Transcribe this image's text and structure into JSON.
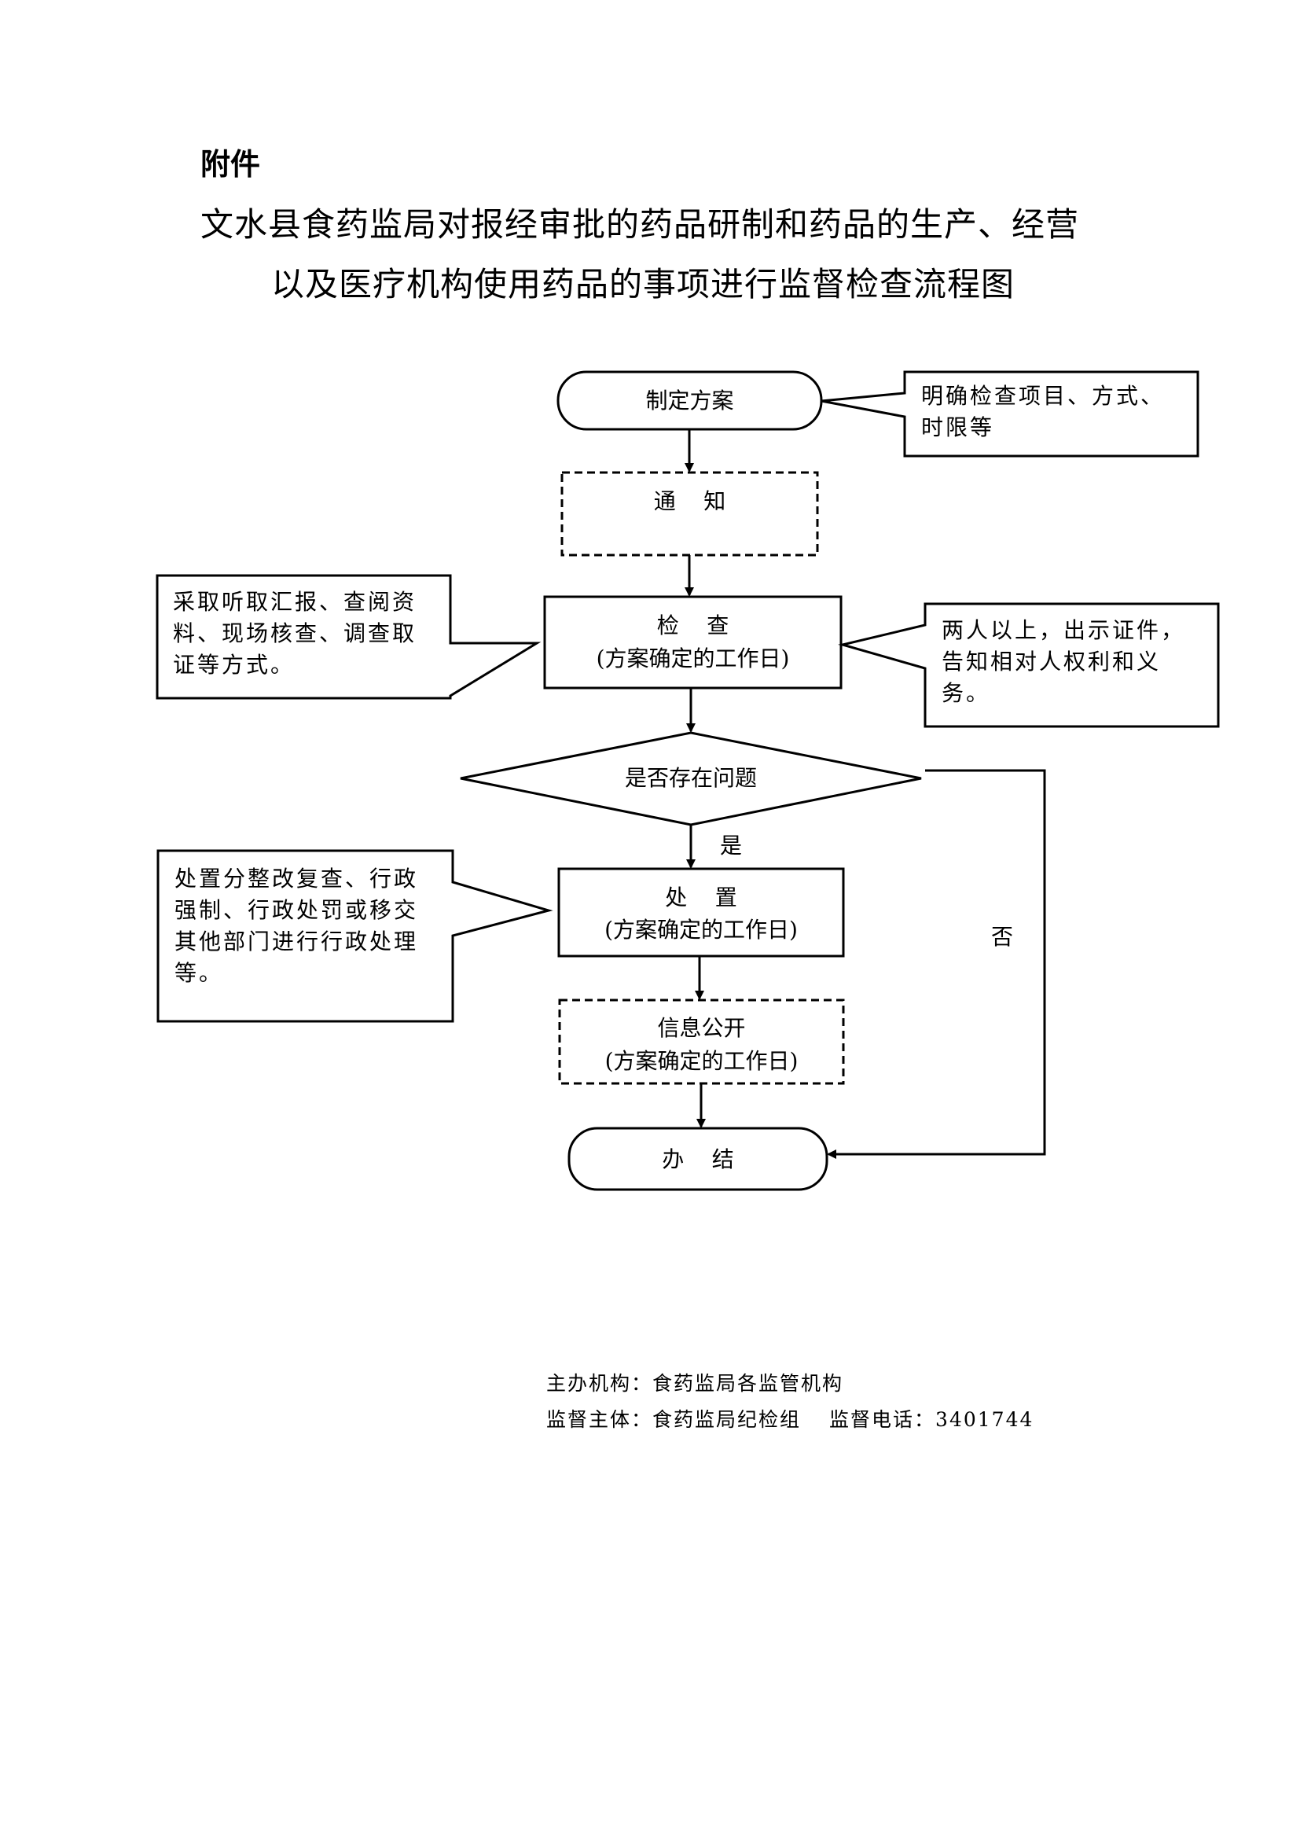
{
  "header": {
    "attachment_label": "附件",
    "title_line1": "文水县食药监局对报经审批的药品研制和药品的生产、经营",
    "title_line2": "以及医疗机构使用药品的事项进行监督检查流程图"
  },
  "flow": {
    "start": {
      "label": "制定方案",
      "shape": "rounded-terminal"
    },
    "notify": {
      "label": "通    知",
      "shape": "dashed-rect"
    },
    "inspect": {
      "label": "检    查",
      "sub": "(方案确定的工作日)",
      "shape": "rect"
    },
    "decision": {
      "label": "是否存在问题",
      "shape": "diamond",
      "yes_label": "是",
      "no_label": "否"
    },
    "handle": {
      "label": "处    置",
      "sub": "(方案确定的工作日)",
      "shape": "rect"
    },
    "disclose": {
      "label": "信息公开",
      "sub": "(方案确定的工作日)",
      "shape": "dashed-rect"
    },
    "end": {
      "label": "办    结",
      "shape": "rounded-terminal"
    }
  },
  "callouts": {
    "plan_note": "明确检查项目、方式、时限等",
    "inspect_method": "采取听取汇报、查阅资料、现场核查、调查取证等方式。",
    "inspect_rule": "两人以上，出示证件，告知相对人权利和义务。",
    "handle_note": "处置分整改复查、行政强制、行政处罚或移交其他部门进行行政处理等。"
  },
  "footer": {
    "organizer_label": "主办机构：",
    "organizer_value": "食药监局各监管机构",
    "supervisor_label": "监督主体：",
    "supervisor_value": "食药监局纪检组",
    "phone_label": "监督电话：",
    "phone_value": "3401744"
  }
}
